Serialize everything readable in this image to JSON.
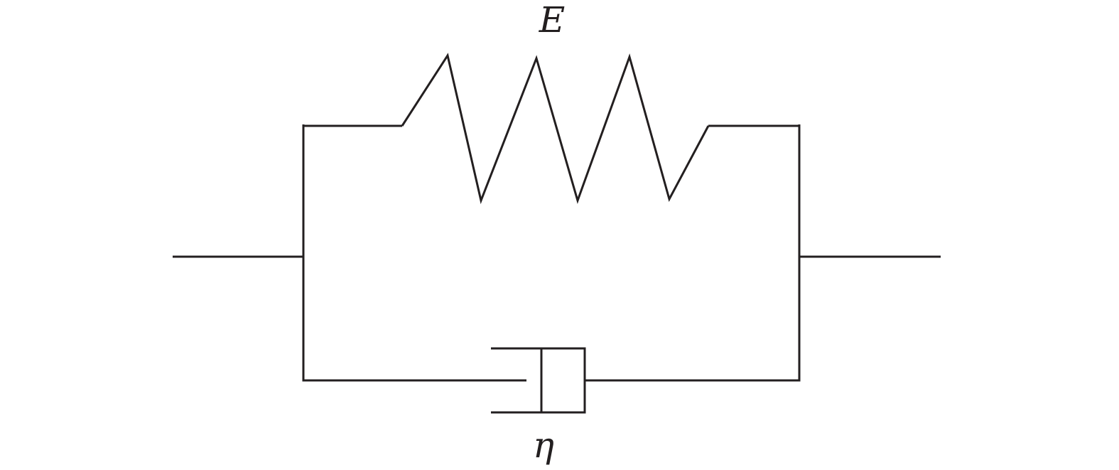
{
  "diagram": {
    "elements": {
      "spring": {
        "symbol": "E",
        "kind": "spring"
      },
      "dashpot": {
        "symbol": "η",
        "kind": "dashpot"
      }
    },
    "arrangement": "parallel",
    "colors": {
      "stroke": "#231f20",
      "background": "#ffffff"
    }
  }
}
